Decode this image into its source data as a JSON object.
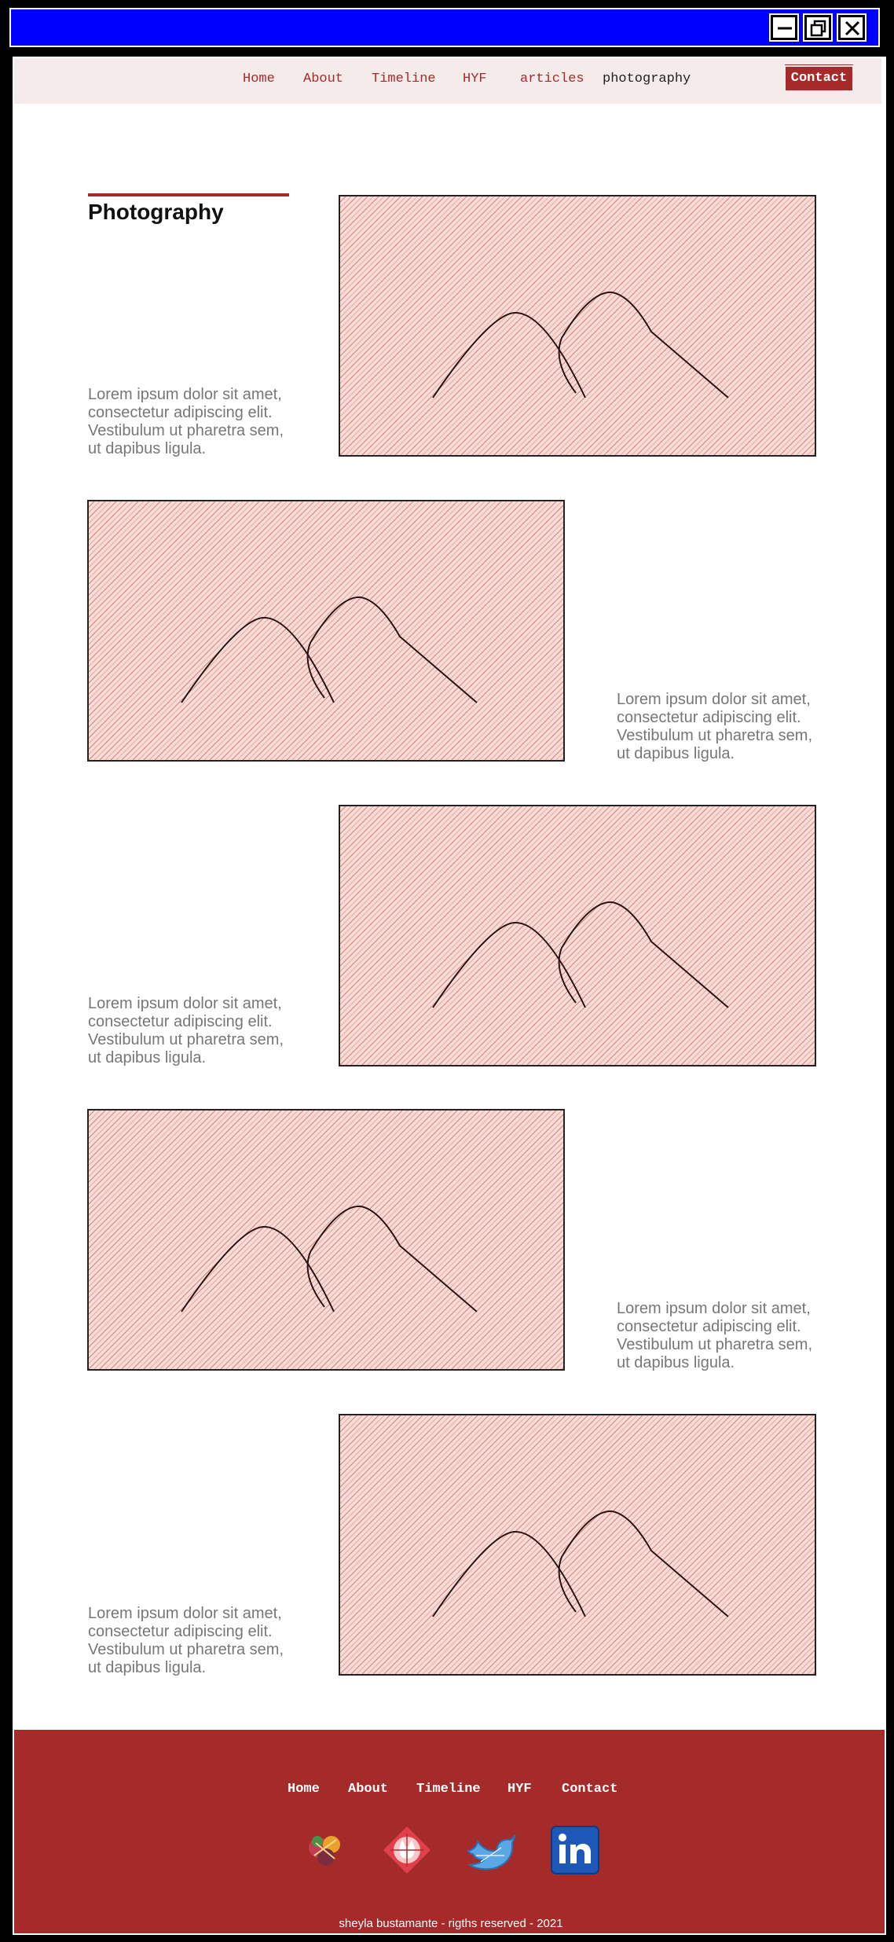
{
  "window": {
    "title_bar_color": "#0000ff",
    "controls": [
      "minimize-icon",
      "maximize-icon",
      "close-icon"
    ]
  },
  "nav": {
    "items": [
      {
        "label": "Home"
      },
      {
        "label": "About"
      },
      {
        "label": "Timeline"
      },
      {
        "label": "HYF"
      },
      {
        "label": "articles"
      },
      {
        "label": "photography"
      }
    ],
    "active": "photography",
    "contact_label": "Contact"
  },
  "page": {
    "title": "Photography",
    "accent_color": "#a72a2a"
  },
  "gallery": [
    {
      "caption": "Lorem ipsum dolor sit amet, consectetur adipiscing elit. Vestibulum ut pharetra sem, ut dapibus ligula.",
      "image": "image-placeholder-icon"
    },
    {
      "caption": "Lorem ipsum dolor sit amet, consectetur adipiscing elit. Vestibulum ut pharetra sem, ut dapibus ligula.",
      "image": "image-placeholder-icon"
    },
    {
      "caption": "Lorem ipsum dolor sit amet, consectetur adipiscing elit. Vestibulum ut pharetra sem, ut dapibus ligula.",
      "image": "image-placeholder-icon"
    },
    {
      "caption": "Lorem ipsum dolor sit amet, consectetur adipiscing elit. Vestibulum ut pharetra sem, ut dapibus ligula.",
      "image": "image-placeholder-icon"
    },
    {
      "caption": "Lorem ipsum dolor sit amet, consectetur adipiscing elit. Vestibulum ut pharetra sem, ut dapibus ligula.",
      "image": "image-placeholder-icon"
    }
  ],
  "footer": {
    "links": [
      {
        "label": "Home"
      },
      {
        "label": "About"
      },
      {
        "label": "Timeline"
      },
      {
        "label": "HYF"
      },
      {
        "label": "Contact"
      }
    ],
    "social": [
      "hyf-icon",
      "github-icon",
      "twitter-icon",
      "linkedin-icon"
    ],
    "copyright": "sheyla bustamante - rigths reserved - 2021",
    "background": "#a52a2a"
  }
}
